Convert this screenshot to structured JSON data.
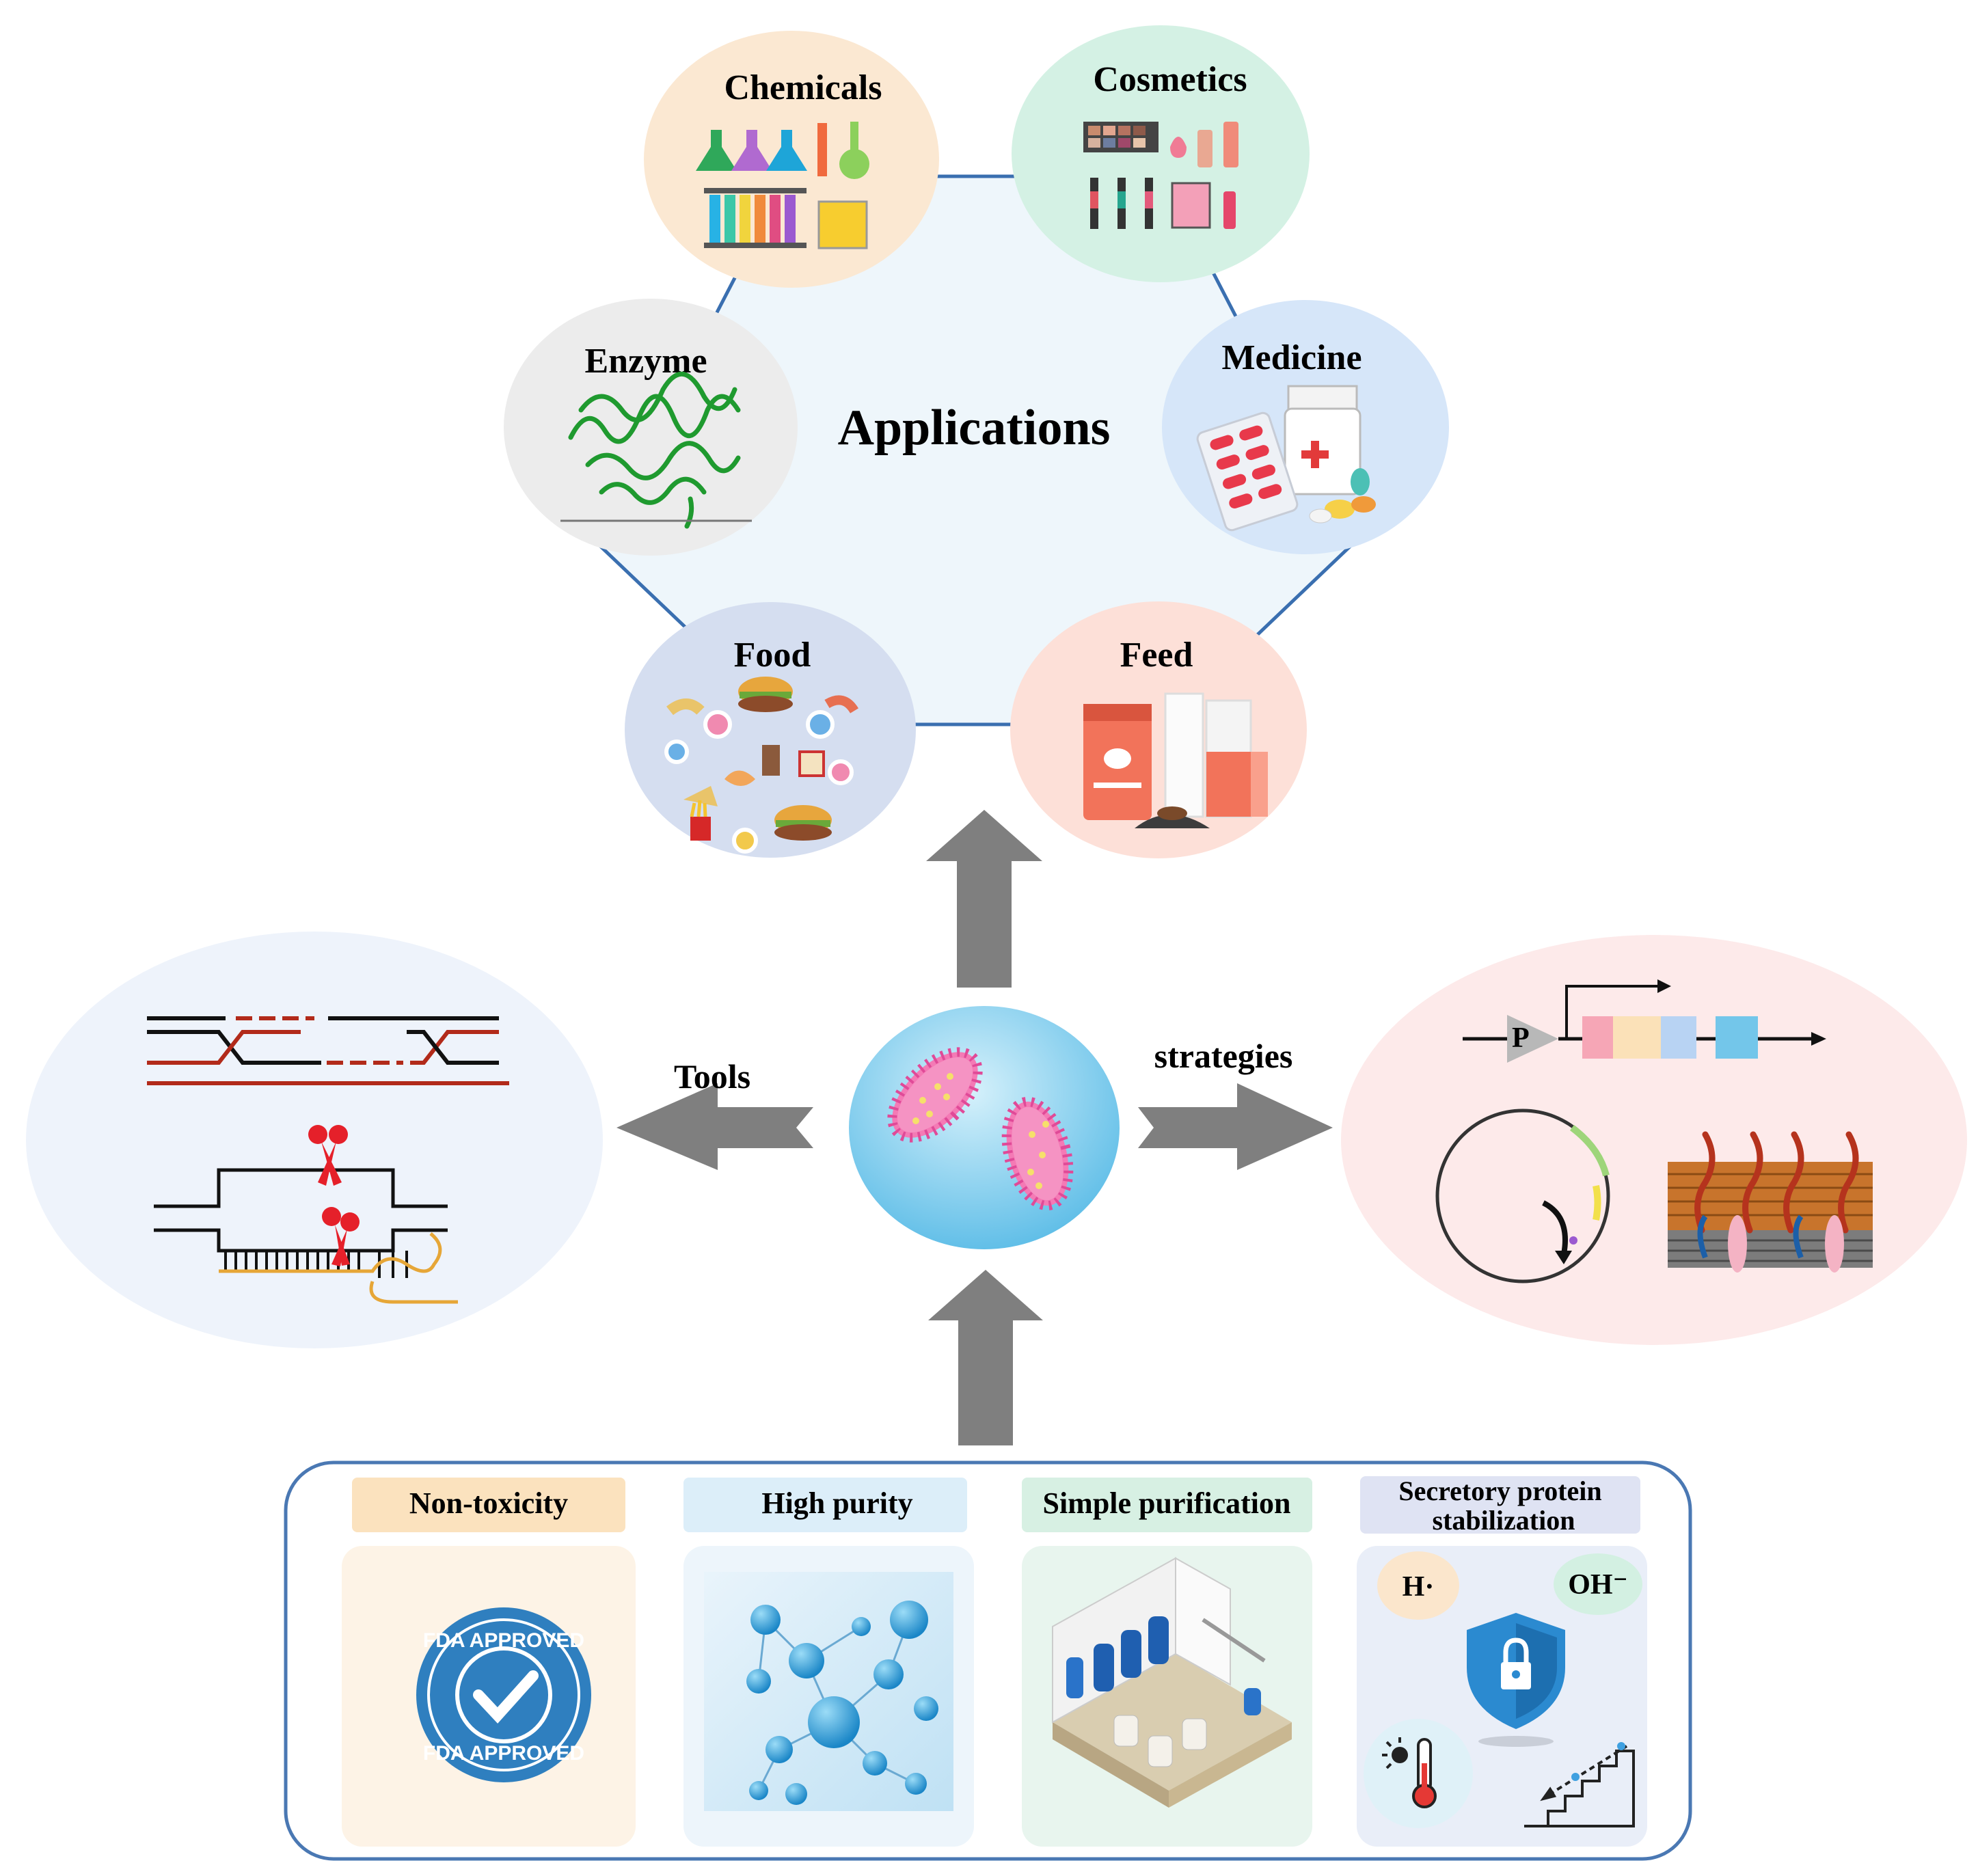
{
  "center_title": "Applications",
  "applications": [
    {
      "id": "chemicals",
      "label": "Chemicals",
      "color": "#fbe8d2"
    },
    {
      "id": "cosmetics",
      "label": "Cosmetics",
      "color": "#d4f1e4"
    },
    {
      "id": "enzyme",
      "label": "Enzyme",
      "color": "#ececec"
    },
    {
      "id": "medicine",
      "label": "Medicine",
      "color": "#d6e6f9"
    },
    {
      "id": "food",
      "label": "Food",
      "color": "#d5def0"
    },
    {
      "id": "feed",
      "label": "Feed",
      "color": "#fde0d8"
    }
  ],
  "arrows": {
    "tools_label": "Tools",
    "strategies_label": "strategies"
  },
  "promoter_label": "P",
  "advantages": [
    {
      "label": "Non-toxicity",
      "tag_color": "#fbe2be",
      "panel_color": "#fdf3e6"
    },
    {
      "label": "High purity",
      "tag_color": "#dceef9",
      "panel_color": "#edf5fb"
    },
    {
      "label": "Simple purification",
      "tag_color": "#d7f0e3",
      "panel_color": "#e8f5ee"
    },
    {
      "label_line1": "Secretory protein",
      "label_line2": "stabilization",
      "tag_color": "#dfe3f3",
      "panel_color": "#e9eef8"
    }
  ],
  "badge_text": "FDA APPROVED",
  "ion_labels": {
    "h": "H·",
    "oh": "OH⁻"
  },
  "colors": {
    "hexagon_fill": "#eef6fb",
    "hexagon_stroke": "#3a6fb0",
    "arrow": "#7f7f7f",
    "frame": "#4a78b3"
  }
}
